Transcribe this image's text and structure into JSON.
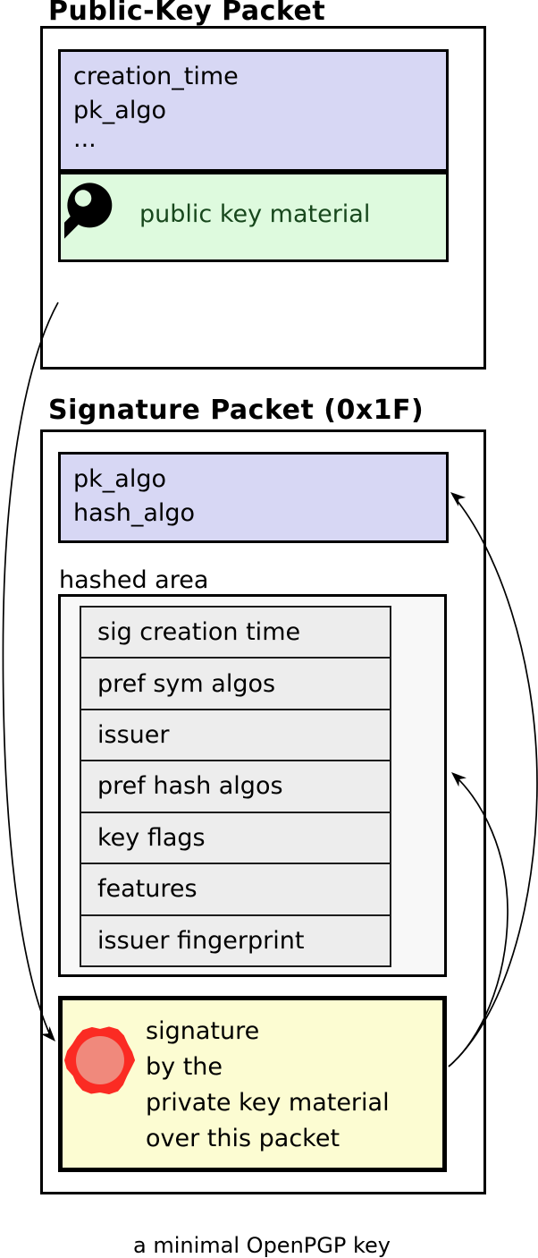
{
  "public_key_packet": {
    "title": "Public-Key Packet",
    "fields": [
      "creation_time",
      "pk_algo",
      "..."
    ],
    "key_material_label": "public key material"
  },
  "signature_packet": {
    "title": "Signature Packet (0x1F)",
    "algo_fields": [
      "pk_algo",
      "hash_algo"
    ],
    "hashed_area_label": "hashed area",
    "hashed_subpackets": [
      "sig creation time",
      "pref sym algos",
      "issuer",
      "pref hash algos",
      "key flags",
      "features",
      "issuer fingerprint"
    ],
    "signature_text_lines": [
      "signature",
      "by the",
      "private key material",
      "over this packet"
    ]
  },
  "caption": "a minimal OpenPGP key",
  "icons": {
    "key_icon": "key-icon",
    "seal_icon": "wax-seal-icon",
    "arrows": [
      "arrow-public-key-to-signature",
      "arrow-signature-to-algo-fields",
      "arrow-signature-to-hashed-area"
    ]
  },
  "colors": {
    "field_box_fill": "#d7d7f4",
    "key_material_fill": "#defade",
    "key_material_text": "#17471c",
    "hashed_area_fill": "#f8f8f8",
    "subpacket_row_fill": "#ededed",
    "signature_box_fill": "#fcfcd2",
    "seal_outer": "#fb2b23",
    "seal_inner": "#f0897c",
    "outline": "#000000"
  }
}
